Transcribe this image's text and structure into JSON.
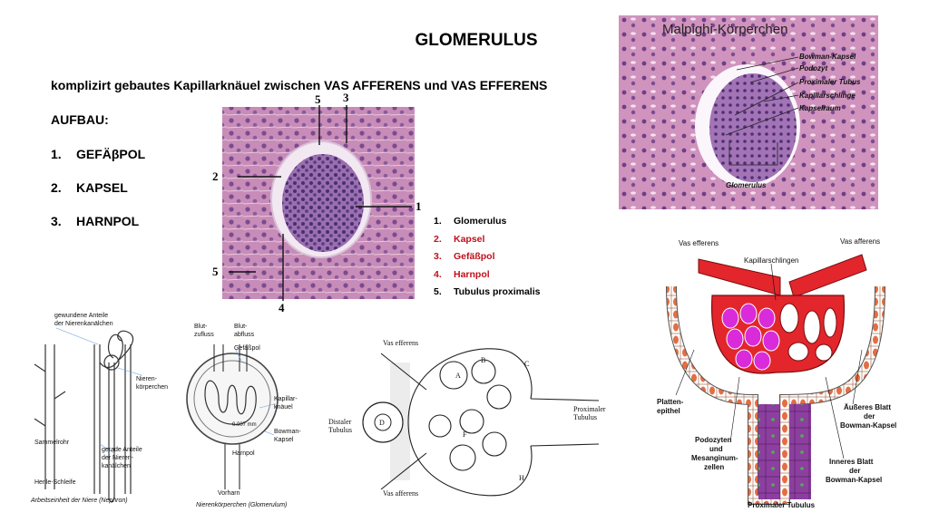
{
  "title": "GLOMERULUS",
  "subtitle": "komplizirt gebautes Kapillarknäuel zwischen VAS AFFERENS und VAS EFFERENS",
  "aufbau_heading": "AUFBAU:",
  "aufbau_items": [
    {
      "num": "1.",
      "label": "GEFÄβPOL"
    },
    {
      "num": "2.",
      "label": "KAPSEL"
    },
    {
      "num": "3.",
      "label": "HARNPOL"
    }
  ],
  "legend": [
    {
      "num": "1.",
      "label": "Glomerulus",
      "color": "#000000"
    },
    {
      "num": "2.",
      "label": "Kapsel",
      "color": "#c0101a"
    },
    {
      "num": "3.",
      "label": "Gefäßpol",
      "color": "#c0101a"
    },
    {
      "num": "4.",
      "label": "Harnpol",
      "color": "#c0101a"
    },
    {
      "num": "5.",
      "label": "Tubulus proximalis",
      "color": "#000000"
    }
  ],
  "micro_labels": {
    "n1": "1",
    "n2": "2",
    "n3": "3",
    "n4": "4",
    "n5a": "5",
    "n5b": "5"
  },
  "malpighi": {
    "title": "Malpighi-Körperchen",
    "labels": [
      "Bowman-Kapsel",
      "Podozyt",
      "Proximaler Tubus",
      "Kapillarschlinge",
      "Kapselraum"
    ],
    "glomerulus": "Glomerulus"
  },
  "nephron": {
    "top": "gewundene Anteile der Nierenkanälchen",
    "top_l1": "gewundene Anteile",
    "top_l2": "der Nierenkanälchen",
    "koerp_l1": "Nieren-",
    "koerp_l2": "körperchen",
    "sammel": "Sammelrohr",
    "gerade_l1": "gerade Anteile",
    "gerade_l2": "der Nieren-",
    "gerade_l3": "kanälchen",
    "henle": "Henle-Schleife",
    "caption": "Arbeitseinheit der Niere (Nephron)"
  },
  "koerperchen": {
    "blut_zu_l1": "Blut-",
    "blut_zu_l2": "zufluss",
    "blut_ab_l1": "Blut-",
    "blut_ab_l2": "abfluss",
    "gefaesspol": "Gefäßpol",
    "kap_l1": "Kapillar-",
    "kap_l2": "knäuel",
    "scale": "0.007 mm",
    "bow_l1": "Bowman-",
    "bow_l2": "Kapsel",
    "harnpol": "Harnpol",
    "vorharn": "Vorharn",
    "caption": "Nierenkörperchen (Glomerulum)"
  },
  "sketch": {
    "vas_eff": "Vas efferens",
    "vas_aff": "Vas afferens",
    "dist_l1": "Distaler",
    "dist_l2": "Tubulus",
    "prox_l1": "Proximaler",
    "prox_l2": "Tubulus",
    "letters": [
      "A",
      "B",
      "C",
      "D",
      "F",
      "H"
    ]
  },
  "schema": {
    "vas_eff": "Vas efferens",
    "vas_aff": "Vas afferens",
    "kap": "Kapillarschlingen",
    "platten_l1": "Platten-",
    "platten_l2": "epithel",
    "podo_l1": "Podozyten",
    "podo_l2": "und",
    "podo_l3": "Mesanginum-",
    "podo_l4": "zellen",
    "aeuss_l1": "Äußeres Blatt",
    "aeuss_l2": "der",
    "aeuss_l3": "Bowman-Kapsel",
    "inner_l1": "Inneres Blatt",
    "inner_l2": "der",
    "inner_l3": "Bowman-Kapsel",
    "prox": "Proximaler Tubulus"
  },
  "colors": {
    "histology_pink": "#c98fb5",
    "histology_purple": "#7e4a8d",
    "schema_red": "#e2262b",
    "schema_magenta": "#d92bd9",
    "schema_purple": "#8d3fa0",
    "schema_orange": "#e36e45"
  }
}
